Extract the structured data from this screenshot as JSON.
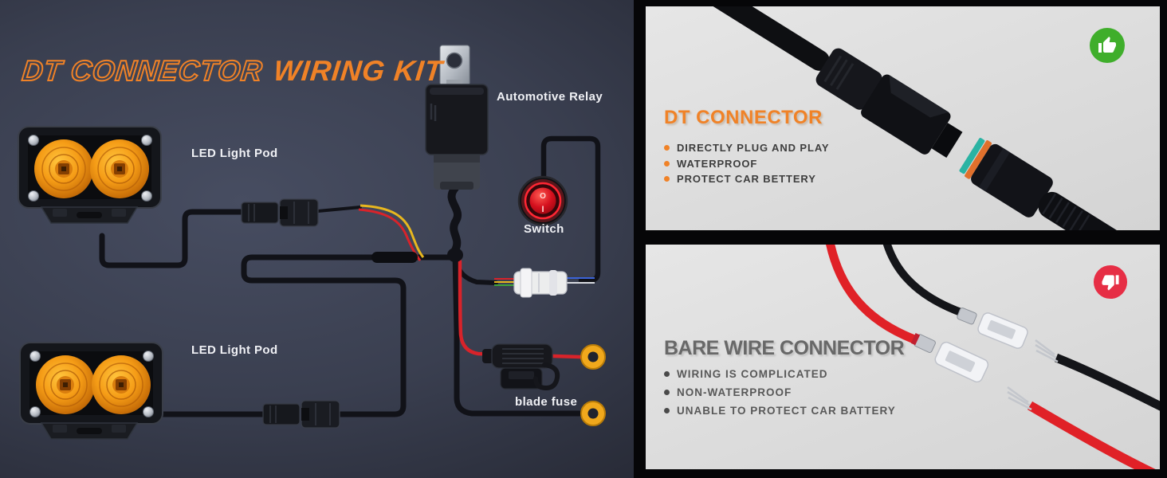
{
  "diagram": {
    "title": {
      "outline": "DT CONNECTOR",
      "solid": "WIRING KIT"
    },
    "labels": {
      "pod_top": "LED Light Pod",
      "pod_bottom": "LED Light Pod",
      "relay": "Automotive Relay",
      "switch": "Switch",
      "fuse": "blade fuse"
    },
    "switch_symbols": {
      "off": "O",
      "on": "I"
    }
  },
  "panels": {
    "good": {
      "heading": "DT CONNECTOR",
      "bullets": [
        "DIRECTLY PLUG AND PLAY",
        "WATERPROOF",
        "PROTECT CAR BETTERY"
      ],
      "badge_icon": "thumbs-up",
      "badge_color": "#3fae2b",
      "heading_color": "#f08227"
    },
    "bad": {
      "heading": "BARE WIRE CONNECTOR",
      "bullets": [
        "WIRING IS COMPLICATED",
        "NON-WATERPROOF",
        "UNABLE TO PROTECT CAR BATTERY"
      ],
      "badge_icon": "thumbs-down",
      "badge_color": "#e62e45",
      "heading_color": "#686868"
    }
  },
  "colors": {
    "accent_orange": "#f08227",
    "diagram_background": "#3a3f50",
    "panel_background": "#dedede",
    "wire_black": "#14151a",
    "wire_red": "#d8232a",
    "wire_yellow": "#e8b71e",
    "terminal_gold": "#f0a81c",
    "led_amber": "#f59c16",
    "switch_red": "#e01020"
  }
}
